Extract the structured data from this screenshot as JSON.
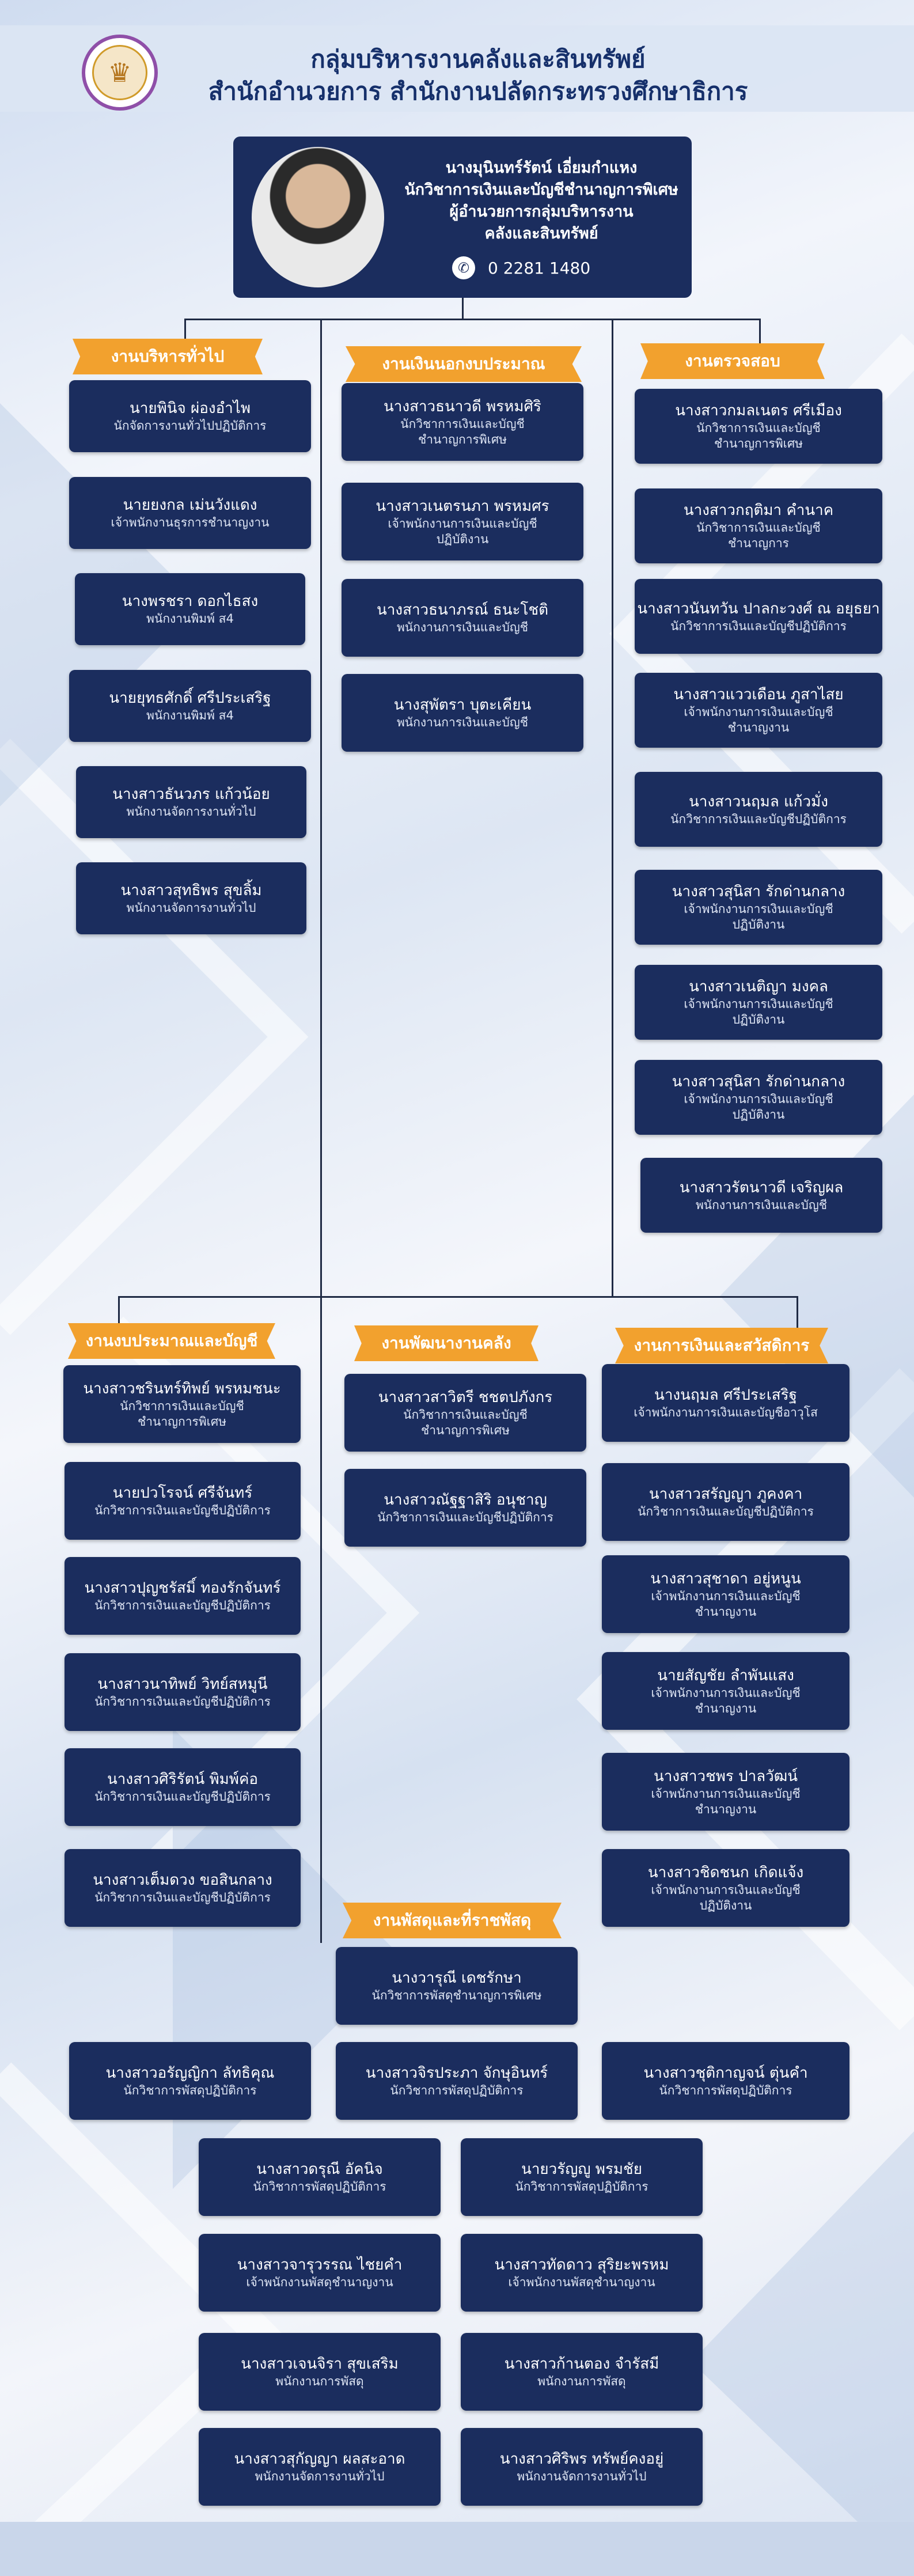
{
  "header": {
    "title_line1": "กลุ่มบริหารงานคลังและสินทรัพย์",
    "title_line2": "สำนักอำนวยการ สำนักงานปลัดกระทรวงศึกษาธิการ",
    "logo_icon": "ministry-seal-icon"
  },
  "director": {
    "name": "นางมุนินทร์รัตน์ เอี่ยมกำแหง",
    "position_line1": "นักวิชาการเงินและบัญชีชำนาญการพิเศษ",
    "position_line2": "ผู้อำนวยการกลุ่มบริหารงาน",
    "position_line3": "คลังและสินทรัพย์",
    "phone": "0 2281 1480",
    "phone_icon": "phone-icon"
  },
  "sections": {
    "general": {
      "title": "งานบริหารทั่วไป",
      "members": [
        {
          "name": "นายพินิจ ผ่องอำไพ",
          "position": [
            "นักจัดการงานทั่วไปปฏิบัติการ"
          ]
        },
        {
          "name": "นายยงกล เม่นวังแดง",
          "position": [
            "เจ้าพนักงานธุรการชำนาญงาน"
          ]
        },
        {
          "name": "นางพรชรา ดอกไธสง",
          "position": [
            "พนักงานพิมพ์ ส4"
          ]
        },
        {
          "name": "นายยุทธศักดิ์ ศรีประเสริฐ",
          "position": [
            "พนักงานพิมพ์ ส4"
          ]
        },
        {
          "name": "นางสาวธันวภร แก้วน้อย",
          "position": [
            "พนักงานจัดการงานทั่วไป"
          ]
        },
        {
          "name": "นางสาวสุทธิพร สุขลิ้ม",
          "position": [
            "พนักงานจัดการงานทั่วไป"
          ]
        }
      ]
    },
    "extra_budget": {
      "title": "งานเงินนอกงบประมาณ",
      "members": [
        {
          "name": "นางสาวธนาวดี พรหมศิริ",
          "position": [
            "นักวิชาการเงินและบัญชี",
            "ชำนาญการพิเศษ"
          ]
        },
        {
          "name": "นางสาวเนตรนภา พรหมศร",
          "position": [
            "เจ้าพนักงานการเงินและบัญชี",
            "ปฏิบัติงาน"
          ]
        },
        {
          "name": "นางสาวธนาภรณ์ ธนะโชติ",
          "position": [
            "พนักงานการเงินและบัญชี"
          ]
        },
        {
          "name": "นางสุพัตรา บุตะเคียน",
          "position": [
            "พนักงานการเงินและบัญชี"
          ]
        }
      ]
    },
    "audit": {
      "title": "งานตรวจสอบ",
      "members": [
        {
          "name": "นางสาวกมลเนตร ศรีเมือง",
          "position": [
            "นักวิชาการเงินและบัญชี",
            "ชำนาญการพิเศษ"
          ]
        },
        {
          "name": "นางสาวกฤติมา คำนาค",
          "position": [
            "นักวิชาการเงินและบัญชี",
            "ชำนาญการ"
          ]
        },
        {
          "name": "นางสาวนันทวัน ปาลกะวงศ์ ณ อยุธยา",
          "position": [
            "นักวิชาการเงินและบัญชีปฏิบัติการ"
          ]
        },
        {
          "name": "นางสาวแววเดือน ภูสาไสย",
          "position": [
            "เจ้าพนักงานการเงินและบัญชี",
            "ชำนาญงาน"
          ]
        },
        {
          "name": "นางสาวนฤมล แก้วมั่ง",
          "position": [
            "นักวิชาการเงินและบัญชีปฏิบัติการ"
          ]
        },
        {
          "name": "นางสาวสุนิสา รักด่านกลาง",
          "position": [
            "เจ้าพนักงานการเงินและบัญชี",
            "ปฏิบัติงาน"
          ]
        },
        {
          "name": "นางสาวเนติญา มงคล",
          "position": [
            "เจ้าพนักงานการเงินและบัญชี",
            "ปฏิบัติงาน"
          ]
        },
        {
          "name": "นางสาวสุนิสา รักด่านกลาง",
          "position": [
            "เจ้าพนักงานการเงินและบัญชี",
            "ปฏิบัติงาน"
          ]
        },
        {
          "name": "นางสาวรัตนาวดี เจริญผล",
          "position": [
            "พนักงานการเงินและบัญชี"
          ]
        }
      ]
    },
    "budget_accounting": {
      "title": "งานงบประมาณและบัญชี",
      "members": [
        {
          "name": "นางสาวชรินทร์ทิพย์ พรหมชนะ",
          "position": [
            "นักวิชาการเงินและบัญชี",
            "ชำนาญการพิเศษ"
          ]
        },
        {
          "name": "นายปวโรจน์ ศรีจันทร์",
          "position": [
            "นักวิชาการเงินและบัญชีปฏิบัติการ"
          ]
        },
        {
          "name": "นางสาวปุญชรัสมิ์ ทองรักจันทร์",
          "position": [
            "นักวิชาการเงินและบัญชีปฏิบัติการ"
          ]
        },
        {
          "name": "นางสาวนาทิพย์ วิทย์สหมูนี",
          "position": [
            "นักวิชาการเงินและบัญชีปฏิบัติการ"
          ]
        },
        {
          "name": "นางสาวศิริรัตน์ พิมพ์ค่อ",
          "position": [
            "นักวิชาการเงินและบัญชีปฏิบัติการ"
          ]
        },
        {
          "name": "นางสาวเต็มดวง ขอสินกลาง",
          "position": [
            "นักวิชาการเงินและบัญชีปฏิบัติการ"
          ]
        }
      ]
    },
    "treasury": {
      "title": "งานพัฒนางานคลัง",
      "members": [
        {
          "name": "นางสาวสาวิตรี ชชตปภังกร",
          "position": [
            "นักวิชาการเงินและบัญชี",
            "ชำนาญการพิเศษ"
          ]
        },
        {
          "name": "นางสาวณัฐฐาสิริ อนุชาญ",
          "position": [
            "นักวิชาการเงินและบัญชีปฏิบัติการ"
          ]
        }
      ]
    },
    "finance_welfare": {
      "title": "งานการเงินและสวัสดิการ",
      "members": [
        {
          "name": "นางนฤมล ศรีประเสริฐ",
          "position": [
            "เจ้าพนักงานการเงินและบัญชีอาวุโส"
          ]
        },
        {
          "name": "นางสาวสรัญญา ภูคงคา",
          "position": [
            "นักวิชาการเงินและบัญชีปฏิบัติการ"
          ]
        },
        {
          "name": "นางสาวสุชาดา อยู่หนูน",
          "position": [
            "เจ้าพนักงานการเงินและบัญชี",
            "ชำนาญงาน"
          ]
        },
        {
          "name": "นายสัญชัย ลำพันแสง",
          "position": [
            "เจ้าพนักงานการเงินและบัญชี",
            "ชำนาญงาน"
          ]
        },
        {
          "name": "นางสาวชพร ปาลวัฒน์",
          "position": [
            "เจ้าพนักงานการเงินและบัญชี",
            "ชำนาญงาน"
          ]
        },
        {
          "name": "นางสาวชิดชนก เกิดแจ้ง",
          "position": [
            "เจ้าพนักงานการเงินและบัญชี",
            "ปฏิบัติงาน"
          ]
        }
      ]
    },
    "supplies": {
      "title": "งานพัสดุและที่ราชพัสดุ",
      "members": [
        {
          "name": "นางวารุณี เดชรักษา",
          "position": [
            "นักวิชาการพัสดุชำนาญการพิเศษ"
          ]
        },
        {
          "name": "นางสาวอรัญญิกา ลัทธิคุณ",
          "position": [
            "นักวิชาการพัสดุปฏิบัติการ"
          ]
        },
        {
          "name": "นางสาวจิรประภา จักษุอินทร์",
          "position": [
            "นักวิชาการพัสดุปฏิบัติการ"
          ]
        },
        {
          "name": "นางสาวชุติกาญจน์ ตุ่นคำ",
          "position": [
            "นักวิชาการพัสดุปฏิบัติการ"
          ]
        },
        {
          "name": "นางสาวดรุณี อัคนิจ",
          "position": [
            "นักวิชาการพัสดุปฏิบัติการ"
          ]
        },
        {
          "name": "นายวรัญญู พรมชัย",
          "position": [
            "นักวิชาการพัสดุปฏิบัติการ"
          ]
        },
        {
          "name": "นางสาวจารุวรรณ ไชยคำ",
          "position": [
            "เจ้าพนักงานพัสดุชำนาญงาน"
          ]
        },
        {
          "name": "นางสาวทัดดาว สุริยะพรหม",
          "position": [
            "เจ้าพนักงานพัสดุชำนาญงาน"
          ]
        },
        {
          "name": "นางสาวเจนจิรา สุขเสริม",
          "position": [
            "พนักงานการพัสดุ"
          ]
        },
        {
          "name": "นางสาวก้านตอง จำรัสมี",
          "position": [
            "พนักงานการพัสดุ"
          ]
        },
        {
          "name": "นางสาวสุกัญญา ผลสะอาด",
          "position": [
            "พนักงานจัดการงานทั่วไป"
          ]
        },
        {
          "name": "นางสาวศิริพร ทรัพย์คงอยู่",
          "position": [
            "พนักงานจัดการงานทั่วไป"
          ]
        }
      ]
    }
  }
}
